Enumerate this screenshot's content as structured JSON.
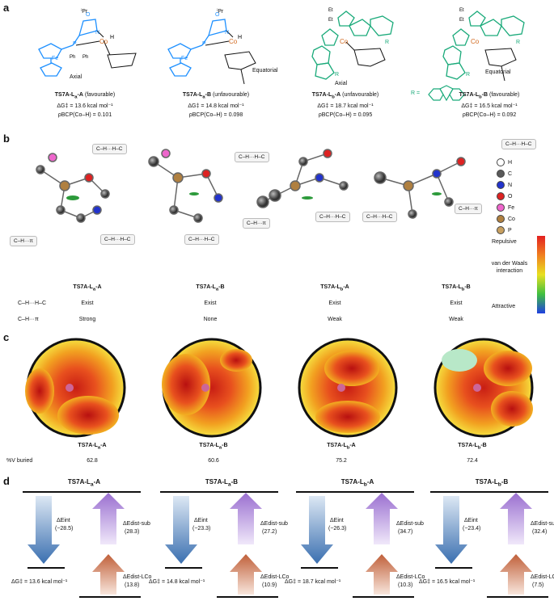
{
  "panel_a": {
    "letter": "a",
    "structures": [
      {
        "name": "TS7A-La-A",
        "qualifier": "(favourable)",
        "label_name": "TS7A-L",
        "label_sub": "a",
        "label_suffix": "-A",
        "dg": "ΔG‡ = 13.6 kcal mol⁻¹",
        "rho": "ρBCP(Co–H) = 0.101",
        "conformer": "Axial",
        "iPr": "ⁱPr"
      },
      {
        "name": "TS7A-La-B",
        "qualifier": "(unfavourable)",
        "label_name": "TS7A-L",
        "label_sub": "a",
        "label_suffix": "-B",
        "dg": "ΔG‡ = 14.8 kcal mol⁻¹",
        "rho": "ρBCP(Co–H) = 0.098",
        "conformer": "Equatorial",
        "iPr": "ⁱPr"
      },
      {
        "name": "TS7A-Lb-A",
        "qualifier": "(unfavourable)",
        "label_name": "TS7A-L",
        "label_sub": "b",
        "label_suffix": "-A",
        "dg": "ΔG‡ = 18.7 kcal mol⁻¹",
        "rho": "ρBCP(Co–H) = 0.095",
        "conformer": "Axial"
      },
      {
        "name": "TS7A-Lb-B",
        "qualifier": "(favourable)",
        "label_name": "TS7A-L",
        "label_sub": "b",
        "label_suffix": "-B",
        "dg": "ΔG‡ = 16.5 kcal mol⁻¹",
        "rho": "ρBCP(Co–H) = 0.092",
        "conformer": "Equatorial"
      }
    ],
    "atoms": {
      "fe": "Fe",
      "co": "Co",
      "p": "P",
      "ph": "Ph",
      "h": "H",
      "n": "N",
      "o": "O",
      "et": "Et",
      "r": "R",
      "r_eq": "R ="
    }
  },
  "panel_b": {
    "letter": "b",
    "callouts": {
      "chhc": "C–H···H–C",
      "chpi": "C–H···π"
    },
    "legend": [
      {
        "symbol": "H",
        "color": "#ffffff"
      },
      {
        "symbol": "C",
        "color": "#5a5a5a"
      },
      {
        "symbol": "N",
        "color": "#2233cc"
      },
      {
        "symbol": "O",
        "color": "#dd2222"
      },
      {
        "symbol": "Fe",
        "color": "#ee66cc"
      },
      {
        "symbol": "Co",
        "color": "#b08040"
      },
      {
        "symbol": "P",
        "color": "#c8a060"
      }
    ],
    "scale": {
      "top": "Repulsive",
      "middle": "van der Waals interaction",
      "bottom": "Attractive"
    },
    "table": {
      "headers": [
        {
          "name": "TS7A-L",
          "sub": "a",
          "suffix": "-A"
        },
        {
          "name": "TS7A-L",
          "sub": "a",
          "suffix": "-B"
        },
        {
          "name": "TS7A-L",
          "sub": "b",
          "suffix": "-A"
        },
        {
          "name": "TS7A-L",
          "sub": "b",
          "suffix": "-B"
        }
      ],
      "rows": [
        {
          "label": "C–H···H–C",
          "values": [
            "Exist",
            "Exist",
            "Exist",
            "Exist"
          ]
        },
        {
          "label": "C–H···π",
          "values": [
            "Strong",
            "None",
            "Weak",
            "Weak"
          ]
        }
      ]
    }
  },
  "panel_c": {
    "letter": "c",
    "row_label": "%V buried",
    "maps": [
      {
        "name": "TS7A-L",
        "sub": "a",
        "suffix": "-A",
        "value": "62.8"
      },
      {
        "name": "TS7A-L",
        "sub": "a",
        "suffix": "-B",
        "value": "60.6"
      },
      {
        "name": "TS7A-L",
        "sub": "b",
        "suffix": "-A",
        "value": "75.2"
      },
      {
        "name": "TS7A-L",
        "sub": "b",
        "suffix": "-B",
        "value": "72.4"
      }
    ]
  },
  "panel_d": {
    "letter": "d",
    "diagrams": [
      {
        "name": "TS7A-L",
        "sub": "a",
        "suffix": "-A",
        "int_label": "ΔEint",
        "int_value": "(−28.5)",
        "sub_label": "ΔEdist-sub",
        "sub_value": "(28.3)",
        "lco_label": "ΔEdist-LCo",
        "lco_value": "(13.8)",
        "dg": "ΔG‡ = 13.6 kcal mol⁻¹"
      },
      {
        "name": "TS7A-L",
        "sub": "a",
        "suffix": "-B",
        "int_label": "ΔEint",
        "int_value": "(−23.3)",
        "sub_label": "ΔEdist-sub",
        "sub_value": "(27.2)",
        "lco_label": "ΔEdist-LCo",
        "lco_value": "(10.9)",
        "dg": "ΔG‡ = 14.8 kcal mol⁻¹"
      },
      {
        "name": "TS7A-L",
        "sub": "b",
        "suffix": "-A",
        "int_label": "ΔEint",
        "int_value": "(−26.3)",
        "sub_label": "ΔEdist-sub",
        "sub_value": "(34.7)",
        "lco_label": "ΔEdist-LCo",
        "lco_value": "(10.3)",
        "dg": "ΔG‡ = 18.7 kcal mol⁻¹"
      },
      {
        "name": "TS7A-L",
        "sub": "b",
        "suffix": "-B",
        "int_label": "ΔEint",
        "int_value": "(−23.4)",
        "sub_label": "ΔEdist-sub",
        "sub_value": "(32.4)",
        "lco_label": "ΔEdist-LCo",
        "lco_value": "(7.5)",
        "dg": "ΔG‡ = 16.5 kcal mol⁻¹"
      }
    ]
  },
  "colors": {
    "ligand_a": "#1e90ff",
    "ligand_b": "#1aaa7a",
    "cobalt": "#d2691e",
    "int_arrow": "#3a6fb0",
    "sub_arrow": "#9a6fd0",
    "lco_arrow": "#c0603a"
  }
}
